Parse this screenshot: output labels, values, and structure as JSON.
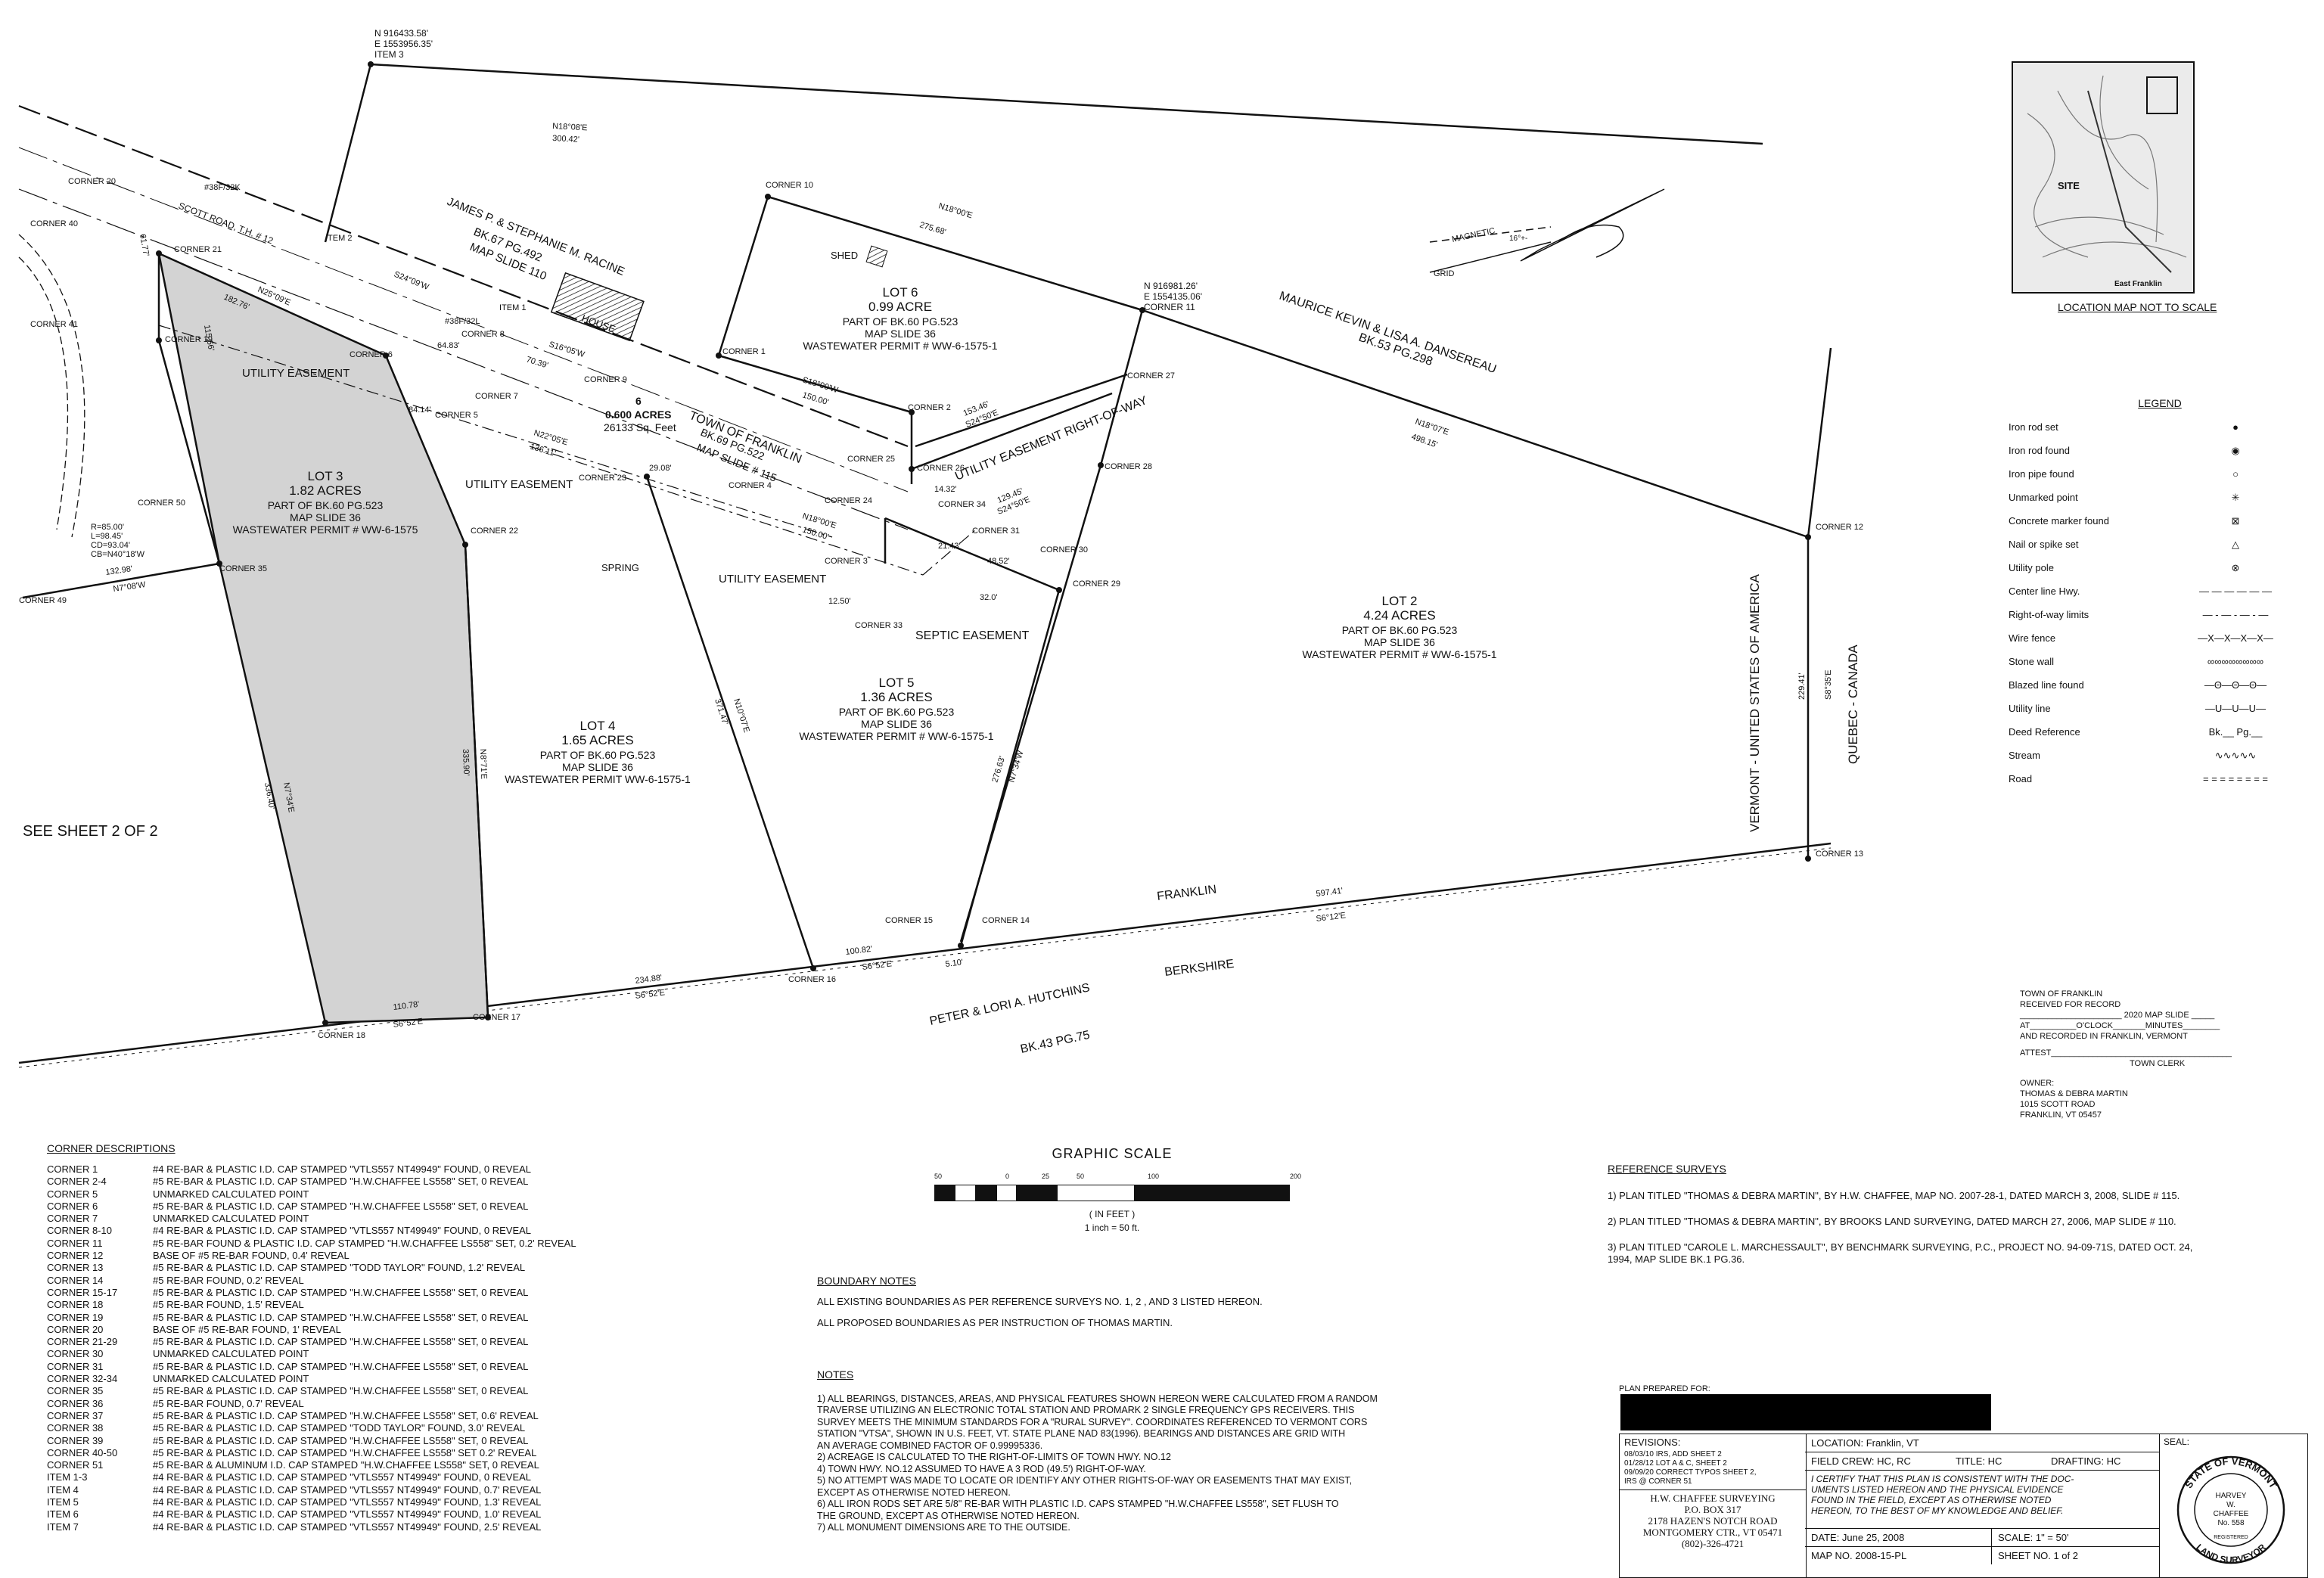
{
  "plan": {
    "scott_road": "SCOTT ROAD, T.H. # 12",
    "see_sheet": "SEE SHEET 2 OF 2",
    "franklin": "FRANKLIN",
    "berkshire": "BERKSHIRE",
    "border_v1": "VERMONT - UNITED STATES OF AMERICA",
    "border_v2": "QUEBEC - CANADA",
    "north_coords": [
      "N 916433.58'",
      "E 1553956.35'",
      "ITEM 3"
    ],
    "corner11_coords": [
      "N 916981.26'",
      "E 1554135.06'",
      "CORNER 11"
    ],
    "magnetic": "MAGNETIC",
    "grid": "GRID",
    "declination": "16°+-",
    "spring": "SPRING",
    "shed": "SHED",
    "house": "HOUSE",
    "owners": {
      "racine": [
        "JAMES P. & STEPHANIE M. RACINE",
        "BK.67 PG.492",
        "MAP SLIDE 110"
      ],
      "dansereau": [
        "MAURICE KEVIN & LISA A. DANSEREAU",
        "BK.53 PG.298"
      ],
      "hutchins": [
        "PETER & LORI A. HUTCHINS",
        "BK.43 PG.75"
      ]
    },
    "lots": {
      "lot6": [
        "LOT 6",
        "0.99 ACRE",
        "PART OF BK.60 PG.523",
        "MAP SLIDE 36",
        "WASTEWATER PERMIT # WW-6-1575-1"
      ],
      "lot3": [
        "LOT 3",
        "1.82 ACRES",
        "PART OF BK.60 PG.523",
        "MAP SLIDE 36",
        "WASTEWATER PERMIT # WW-6-1575"
      ],
      "lot2": [
        "LOT 2",
        "4.24 ACRES",
        "PART OF BK.60 PG.523",
        "MAP SLIDE 36",
        "WASTEWATER PERMIT # WW-6-1575-1"
      ],
      "lot5": [
        "LOT 5",
        "1.36 ACRES",
        "PART OF BK.60 PG.523",
        "MAP SLIDE 36",
        "WASTEWATER PERMIT # WW-6-1575-1"
      ],
      "lot4": [
        "LOT 4",
        "1.65 ACRES",
        "PART OF BK.60 PG.523",
        "MAP SLIDE 36",
        "WASTEWATER PERMIT WW-6-1575-1"
      ],
      "town": [
        "6",
        "0.600 ACRES",
        "26133 Sq. Feet",
        "TOWN OF FRANKLIN",
        "BK.69 PG.522",
        "MAP SLIDE # 115"
      ]
    },
    "easements": [
      "UTILITY EASEMENT",
      "UTILITY EASEMENT",
      "UTILITY EASEMENT",
      "UTILITY EASEMENT RIGHT-OF-WAY",
      "SEPTIC EASEMENT"
    ],
    "corners": [
      "CORNER 1",
      "CORNER 2",
      "CORNER 3",
      "CORNER 4",
      "CORNER 5",
      "CORNER 6",
      "CORNER 7",
      "CORNER 8",
      "CORNER 9",
      "CORNER 10",
      "CORNER 12",
      "CORNER 13",
      "CORNER 14",
      "CORNER 15",
      "CORNER 16",
      "CORNER 17",
      "CORNER 18",
      "CORNER 19",
      "CORNER 20",
      "CORNER 21",
      "CORNER 22",
      "CORNER 23",
      "CORNER 24",
      "CORNER 25",
      "CORNER 26",
      "CORNER 27",
      "CORNER 28",
      "CORNER 29",
      "CORNER 30",
      "CORNER 31",
      "CORNER 33",
      "CORNER 34",
      "CORNER 35",
      "CORNER 40",
      "CORNER 41",
      "CORNER 49",
      "CORNER 50",
      "ITEM 1",
      "ITEM 2"
    ],
    "bearings": [
      "N18°08'E",
      "300.42'",
      "N18°00'E",
      "275.68'",
      "N18°07'E",
      "498.15'",
      "S24°09'W",
      "S16°05'W",
      "70.39'",
      "N25°09'E",
      "182.76'",
      "S18°00'W",
      "150.00'",
      "N18°00'E",
      "150.00'",
      "N22°05'E",
      "136.11'",
      "N7°08'W",
      "132.98'",
      "234.88'",
      "S6°52'E",
      "110.78'",
      "S6°52'E",
      "597.41'",
      "S6°12'E",
      "100.82'",
      "S6°52'E",
      "5.10'",
      "229.41'",
      "S8°35'E",
      "336.40'",
      "N7°34'E",
      "335.90'",
      "N8°71'E",
      "371.47'",
      "N10°07'E",
      "276.63'",
      "N7°34'W",
      "153.46'",
      "S24°50'E",
      "129.45'",
      "S24°50'E",
      "21.43'",
      "48.52'",
      "14.32'",
      "12.50'",
      "32.0'",
      "R=85.00'",
      "L=98.45'",
      "CD=93.04'",
      "CB=N40°18'W",
      "#38F/32K",
      "#38F/32L",
      "64.83'",
      "84.14'",
      "29.08'",
      "115.66'",
      "61.77'"
    ]
  },
  "location_map": {
    "site": "SITE",
    "east_franklin": "East Franklin",
    "caption": "LOCATION MAP NOT TO SCALE"
  },
  "legend": {
    "title": "LEGEND",
    "items": [
      {
        "label": "Iron rod set",
        "symbol": "●"
      },
      {
        "label": "Iron rod found",
        "symbol": "◉"
      },
      {
        "label": "Iron pipe found",
        "symbol": "○"
      },
      {
        "label": "Unmarked point",
        "symbol": "✳"
      },
      {
        "label": "Concrete marker found",
        "symbol": "⊠"
      },
      {
        "label": "Nail or spike set",
        "symbol": "△"
      },
      {
        "label": "Utility pole",
        "symbol": "⊗"
      },
      {
        "label": "Center line Hwy.",
        "symbol": "— — — — — —"
      },
      {
        "label": "Right-of-way limits",
        "symbol": "— - — - — - —"
      },
      {
        "label": "Wire fence",
        "symbol": "—X—X—X—X—"
      },
      {
        "label": "Stone wall",
        "symbol": "∞∞∞∞∞∞∞∞"
      },
      {
        "label": "Blazed line found",
        "symbol": "—Θ—Θ—Θ—"
      },
      {
        "label": "Utility line",
        "symbol": "—U—U—U—"
      },
      {
        "label": "Deed Reference",
        "symbol": "Bk.__ Pg.__"
      },
      {
        "label": "Stream",
        "symbol": "∿∿∿∿∿"
      },
      {
        "label": "Road",
        "symbol": "= = = = = = = ="
      }
    ]
  },
  "recording": {
    "lines": [
      "TOWN OF FRANKLIN",
      "RECEIVED FOR RECORD",
      "______________________ 2020    MAP SLIDE _____",
      "AT__________O'CLOCK_______MINUTES________",
      "AND RECORDED IN FRANKLIN, VERMONT",
      "ATTEST_______________________________________",
      "TOWN CLERK"
    ],
    "owner": [
      "OWNER:",
      "THOMAS & DEBRA MARTIN",
      "1015 SCOTT ROAD",
      "FRANKLIN, VT  05457"
    ]
  },
  "corner_descriptions": {
    "title": "CORNER DESCRIPTIONS",
    "rows": [
      [
        "CORNER 1",
        "#4 RE-BAR & PLASTIC I.D. CAP STAMPED \"VTLS557 NT49949\" FOUND, 0 REVEAL"
      ],
      [
        "CORNER 2-4",
        "#5 RE-BAR & PLASTIC I.D. CAP STAMPED \"H.W.CHAFFEE LS558\" SET, 0 REVEAL"
      ],
      [
        "CORNER 5",
        "UNMARKED CALCULATED POINT"
      ],
      [
        "CORNER 6",
        "#5 RE-BAR & PLASTIC I.D. CAP STAMPED \"H.W.CHAFFEE LS558\" SET, 0 REVEAL"
      ],
      [
        "CORNER 7",
        "UNMARKED CALCULATED POINT"
      ],
      [
        "CORNER 8-10",
        "#4 RE-BAR & PLASTIC I.D. CAP STAMPED \"VTLS557 NT49949\" FOUND, 0 REVEAL"
      ],
      [
        "CORNER 11",
        "#5 RE-BAR FOUND & PLASTIC I.D. CAP STAMPED \"H.W.CHAFFEE LS558\" SET, 0.2' REVEAL"
      ],
      [
        "CORNER 12",
        "BASE OF #5 RE-BAR FOUND, 0.4' REVEAL"
      ],
      [
        "CORNER 13",
        "#5 RE-BAR & PLASTIC I.D. CAP STAMPED \"TODD TAYLOR\" FOUND, 1.2' REVEAL"
      ],
      [
        "CORNER 14",
        "#5 RE-BAR FOUND, 0.2' REVEAL"
      ],
      [
        "CORNER 15-17",
        "#5 RE-BAR & PLASTIC I.D. CAP STAMPED \"H.W.CHAFFEE LS558\" SET, 0 REVEAL"
      ],
      [
        "CORNER 18",
        "#5 RE-BAR FOUND, 1.5' REVEAL"
      ],
      [
        "CORNER 19",
        "#5 RE-BAR & PLASTIC I.D. CAP STAMPED \"H.W.CHAFFEE LS558\" SET, 0 REVEAL"
      ],
      [
        "CORNER 20",
        "BASE OF #5 RE-BAR FOUND, 1' REVEAL"
      ],
      [
        "CORNER 21-29",
        "#5 RE-BAR & PLASTIC I.D. CAP STAMPED \"H.W.CHAFFEE LS558\" SET, 0 REVEAL"
      ],
      [
        "CORNER 30",
        "UNMARKED CALCULATED POINT"
      ],
      [
        "CORNER 31",
        "#5 RE-BAR & PLASTIC I.D. CAP STAMPED \"H.W.CHAFFEE LS558\" SET, 0 REVEAL"
      ],
      [
        "CORNER 32-34",
        "UNMARKED CALCULATED POINT"
      ],
      [
        "CORNER 35",
        "#5 RE-BAR & PLASTIC I.D. CAP STAMPED \"H.W.CHAFFEE LS558\" SET, 0 REVEAL"
      ],
      [
        "CORNER 36",
        "#5 RE-BAR FOUND, 0.7' REVEAL"
      ],
      [
        "CORNER 37",
        "#5 RE-BAR & PLASTIC I.D. CAP STAMPED \"H.W.CHAFFEE LS558\" SET, 0.6' REVEAL"
      ],
      [
        "CORNER 38",
        "#5 RE-BAR & PLASTIC I.D. CAP STAMPED \"TODD TAYLOR\" FOUND, 3.0' REVEAL"
      ],
      [
        "CORNER 39",
        "#5 RE-BAR & PLASTIC I.D. CAP STAMPED \"H.W.CHAFFEE LS558\" SET, 0 REVEAL"
      ],
      [
        "CORNER 40-50",
        "#5 RE-BAR & PLASTIC I.D. CAP STAMPED \"H.W.CHAFFEE LS558\" SET 0.2' REVEAL"
      ],
      [
        "CORNER 51",
        "#5 RE-BAR & ALUMINUM I.D. CAP STAMPED \"H.W.CHAFFEE LS558\" SET, 0 REVEAL"
      ],
      [
        "ITEM 1-3",
        "#4 RE-BAR & PLASTIC I.D. CAP STAMPED \"VTLS557 NT49949\" FOUND, 0 REVEAL"
      ],
      [
        "ITEM 4",
        "#4 RE-BAR & PLASTIC I.D. CAP STAMPED \"VTLS557 NT49949\" FOUND, 0.7' REVEAL"
      ],
      [
        "ITEM 5",
        "#4 RE-BAR & PLASTIC I.D. CAP STAMPED \"VTLS557 NT49949\" FOUND, 1.3' REVEAL"
      ],
      [
        "ITEM 6",
        "#4 RE-BAR & PLASTIC I.D. CAP STAMPED \"VTLS557 NT49949\" FOUND, 1.0' REVEAL"
      ],
      [
        "ITEM 7",
        "#4 RE-BAR & PLASTIC I.D. CAP STAMPED \"VTLS557 NT49949\" FOUND, 2.5' REVEAL"
      ]
    ]
  },
  "graphic_scale": {
    "title": "GRAPHIC SCALE",
    "ticks": [
      "50",
      "0",
      "25",
      "50",
      "100",
      "200"
    ],
    "unit": "( IN FEET )",
    "ratio": "1 inch = 50  ft."
  },
  "boundary_notes": {
    "title": "BOUNDARY NOTES",
    "lines": [
      "ALL EXISTING BOUNDARIES AS PER REFERENCE SURVEYS NO. 1, 2 , AND 3 LISTED HEREON.",
      "ALL PROPOSED BOUNDARIES AS PER INSTRUCTION OF THOMAS MARTIN."
    ]
  },
  "notes": {
    "title": "NOTES",
    "lines": [
      "1)  ALL BEARINGS, DISTANCES, AREAS, AND PHYSICAL FEATURES SHOWN HEREON WERE CALCULATED FROM A RANDOM",
      "TRAVERSE UTILIZING AN ELECTRONIC TOTAL STATION AND PROMARK 2 SINGLE FREQUENCY GPS RECEIVERS.   THIS",
      "SURVEY MEETS THE MINIMUM STANDARDS FOR A \"RURAL SURVEY\".  COORDINATES REFERENCED TO VERMONT CORS",
      "STATION \"VTSA\", SHOWN IN U.S. FEET, VT. STATE PLANE NAD 83(1996).  BEARINGS AND DISTANCES ARE GRID WITH",
      "AN AVERAGE COMBINED FACTOR OF 0.99995336.",
      "2)  ACREAGE IS CALCULATED TO THE RIGHT-OF-LIMITS OF TOWN HWY. NO.12",
      "4)  TOWN HWY. NO.12 ASSUMED TO HAVE A 3 ROD (49.5') RIGHT-OF-WAY.",
      "5)  NO ATTEMPT WAS MADE TO LOCATE OR IDENTIFY ANY OTHER RIGHTS-OF-WAY OR EASEMENTS THAT MAY EXIST,",
      "EXCEPT AS OTHERWISE NOTED HEREON.",
      "6)  ALL IRON RODS SET ARE 5/8\" RE-BAR WITH PLASTIC I.D. CAPS STAMPED \"H.W.CHAFFEE LS558\", SET FLUSH TO",
      "THE GROUND, EXCEPT AS OTHERWISE NOTED HEREON.",
      "7)  ALL MONUMENT DIMENSIONS ARE TO THE OUTSIDE."
    ]
  },
  "reference_surveys": {
    "title": "REFERENCE SURVEYS",
    "lines": [
      "1)  PLAN TITLED \"THOMAS & DEBRA MARTIN\", BY H.W. CHAFFEE, MAP NO. 2007-28-1, DATED MARCH 3, 2008, SLIDE # 115.",
      "2)  PLAN TITLED \"THOMAS & DEBRA MARTIN\", BY BROOKS LAND SURVEYING, DATED MARCH 27, 2006, MAP SLIDE # 110.",
      "3)  PLAN TITLED \"CAROLE L. MARCHESSAULT\", BY BENCHMARK SURVEYING, P.C., PROJECT NO. 94-09-71S, DATED OCT. 24,",
      "1994, MAP SLIDE BK.1 PG.36."
    ]
  },
  "title_block": {
    "prepared_for": "PLAN PREPARED FOR:",
    "revisions_label": "REVISIONS:",
    "revisions": [
      "08/03/10  IRS, ADD SHEET 2",
      "01/28/12  LOT A & C,  SHEET 2",
      "09/09/20  CORRECT TYPOS SHEET 2,",
      "IRS @ CORNER 51"
    ],
    "company": [
      "H.W. CHAFFEE SURVEYING",
      "P.O. BOX 317",
      "2178 HAZEN'S NOTCH ROAD",
      "MONTGOMERY CTR., VT  05471",
      "(802)-326-4721"
    ],
    "location": "LOCATION:  Franklin, VT",
    "field_crew": "FIELD CREW:  HC, RC",
    "title": "TITLE:  HC",
    "drafting": "DRAFTING:  HC",
    "certify": [
      "I CERTIFY THAT THIS PLAN IS CONSISTENT WITH THE DOC-",
      "UMENTS LISTED HEREON AND THE PHYSICAL EVIDENCE",
      "FOUND IN THE FIELD, EXCEPT AS OTHERWISE NOTED",
      "HEREON, TO THE BEST OF MY KNOWLEDGE AND BELIEF."
    ],
    "date": "DATE:  June 25, 2008",
    "scale": "SCALE:  1\" = 50'",
    "map_no": "MAP NO.  2008-15-PL",
    "sheet": "SHEET NO.  1 of 2",
    "seal_label": "SEAL:",
    "seal": {
      "top": "STATE OF VERMONT",
      "name": [
        "HARVEY",
        "W.",
        "CHAFFEE",
        "No. 558"
      ],
      "bottom": "LAND SURVEYOR",
      "registered": "REGISTERED"
    }
  }
}
